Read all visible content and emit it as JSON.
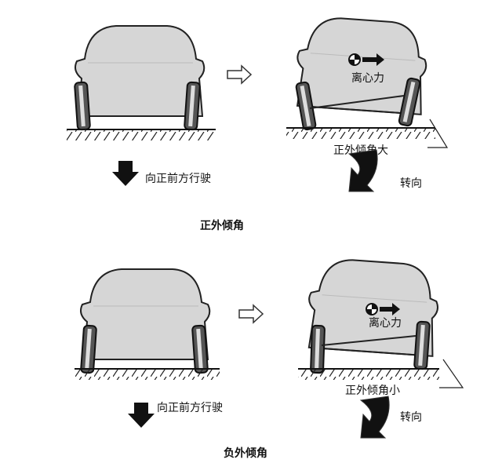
{
  "top": {
    "straight_label": "向正前方行驶",
    "centrifugal_label": "离心力",
    "camber_note": "正外倾角大",
    "turn_label": "转向",
    "caption": "正外倾角"
  },
  "bottom": {
    "straight_label": "向正前方行驶",
    "centrifugal_label": "离心力",
    "camber_note": "正外倾角小",
    "turn_label": "转向",
    "caption": "负外倾角"
  },
  "colors": {
    "body": "#d9d9d9",
    "ink": "#111111",
    "tire": "#444444"
  }
}
